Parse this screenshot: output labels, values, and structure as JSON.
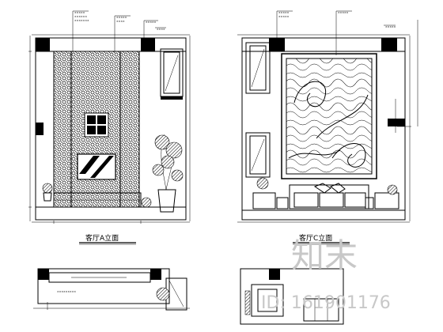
{
  "elevations": {
    "left": {
      "title": "客厅A立面"
    },
    "right": {
      "title": "客厅C立面"
    }
  },
  "annotations": {
    "left_callouts": [
      "×××××",
      "××××××",
      "×××××××",
      "×××××",
      "××××",
      "×××××",
      "××××"
    ],
    "right_callouts": [
      "×××××",
      "×××××",
      "×××××",
      "×××××"
    ]
  },
  "plan": {
    "label": "×××××××××"
  },
  "watermark": {
    "brand": "知末",
    "id": "ID: 161901176"
  }
}
